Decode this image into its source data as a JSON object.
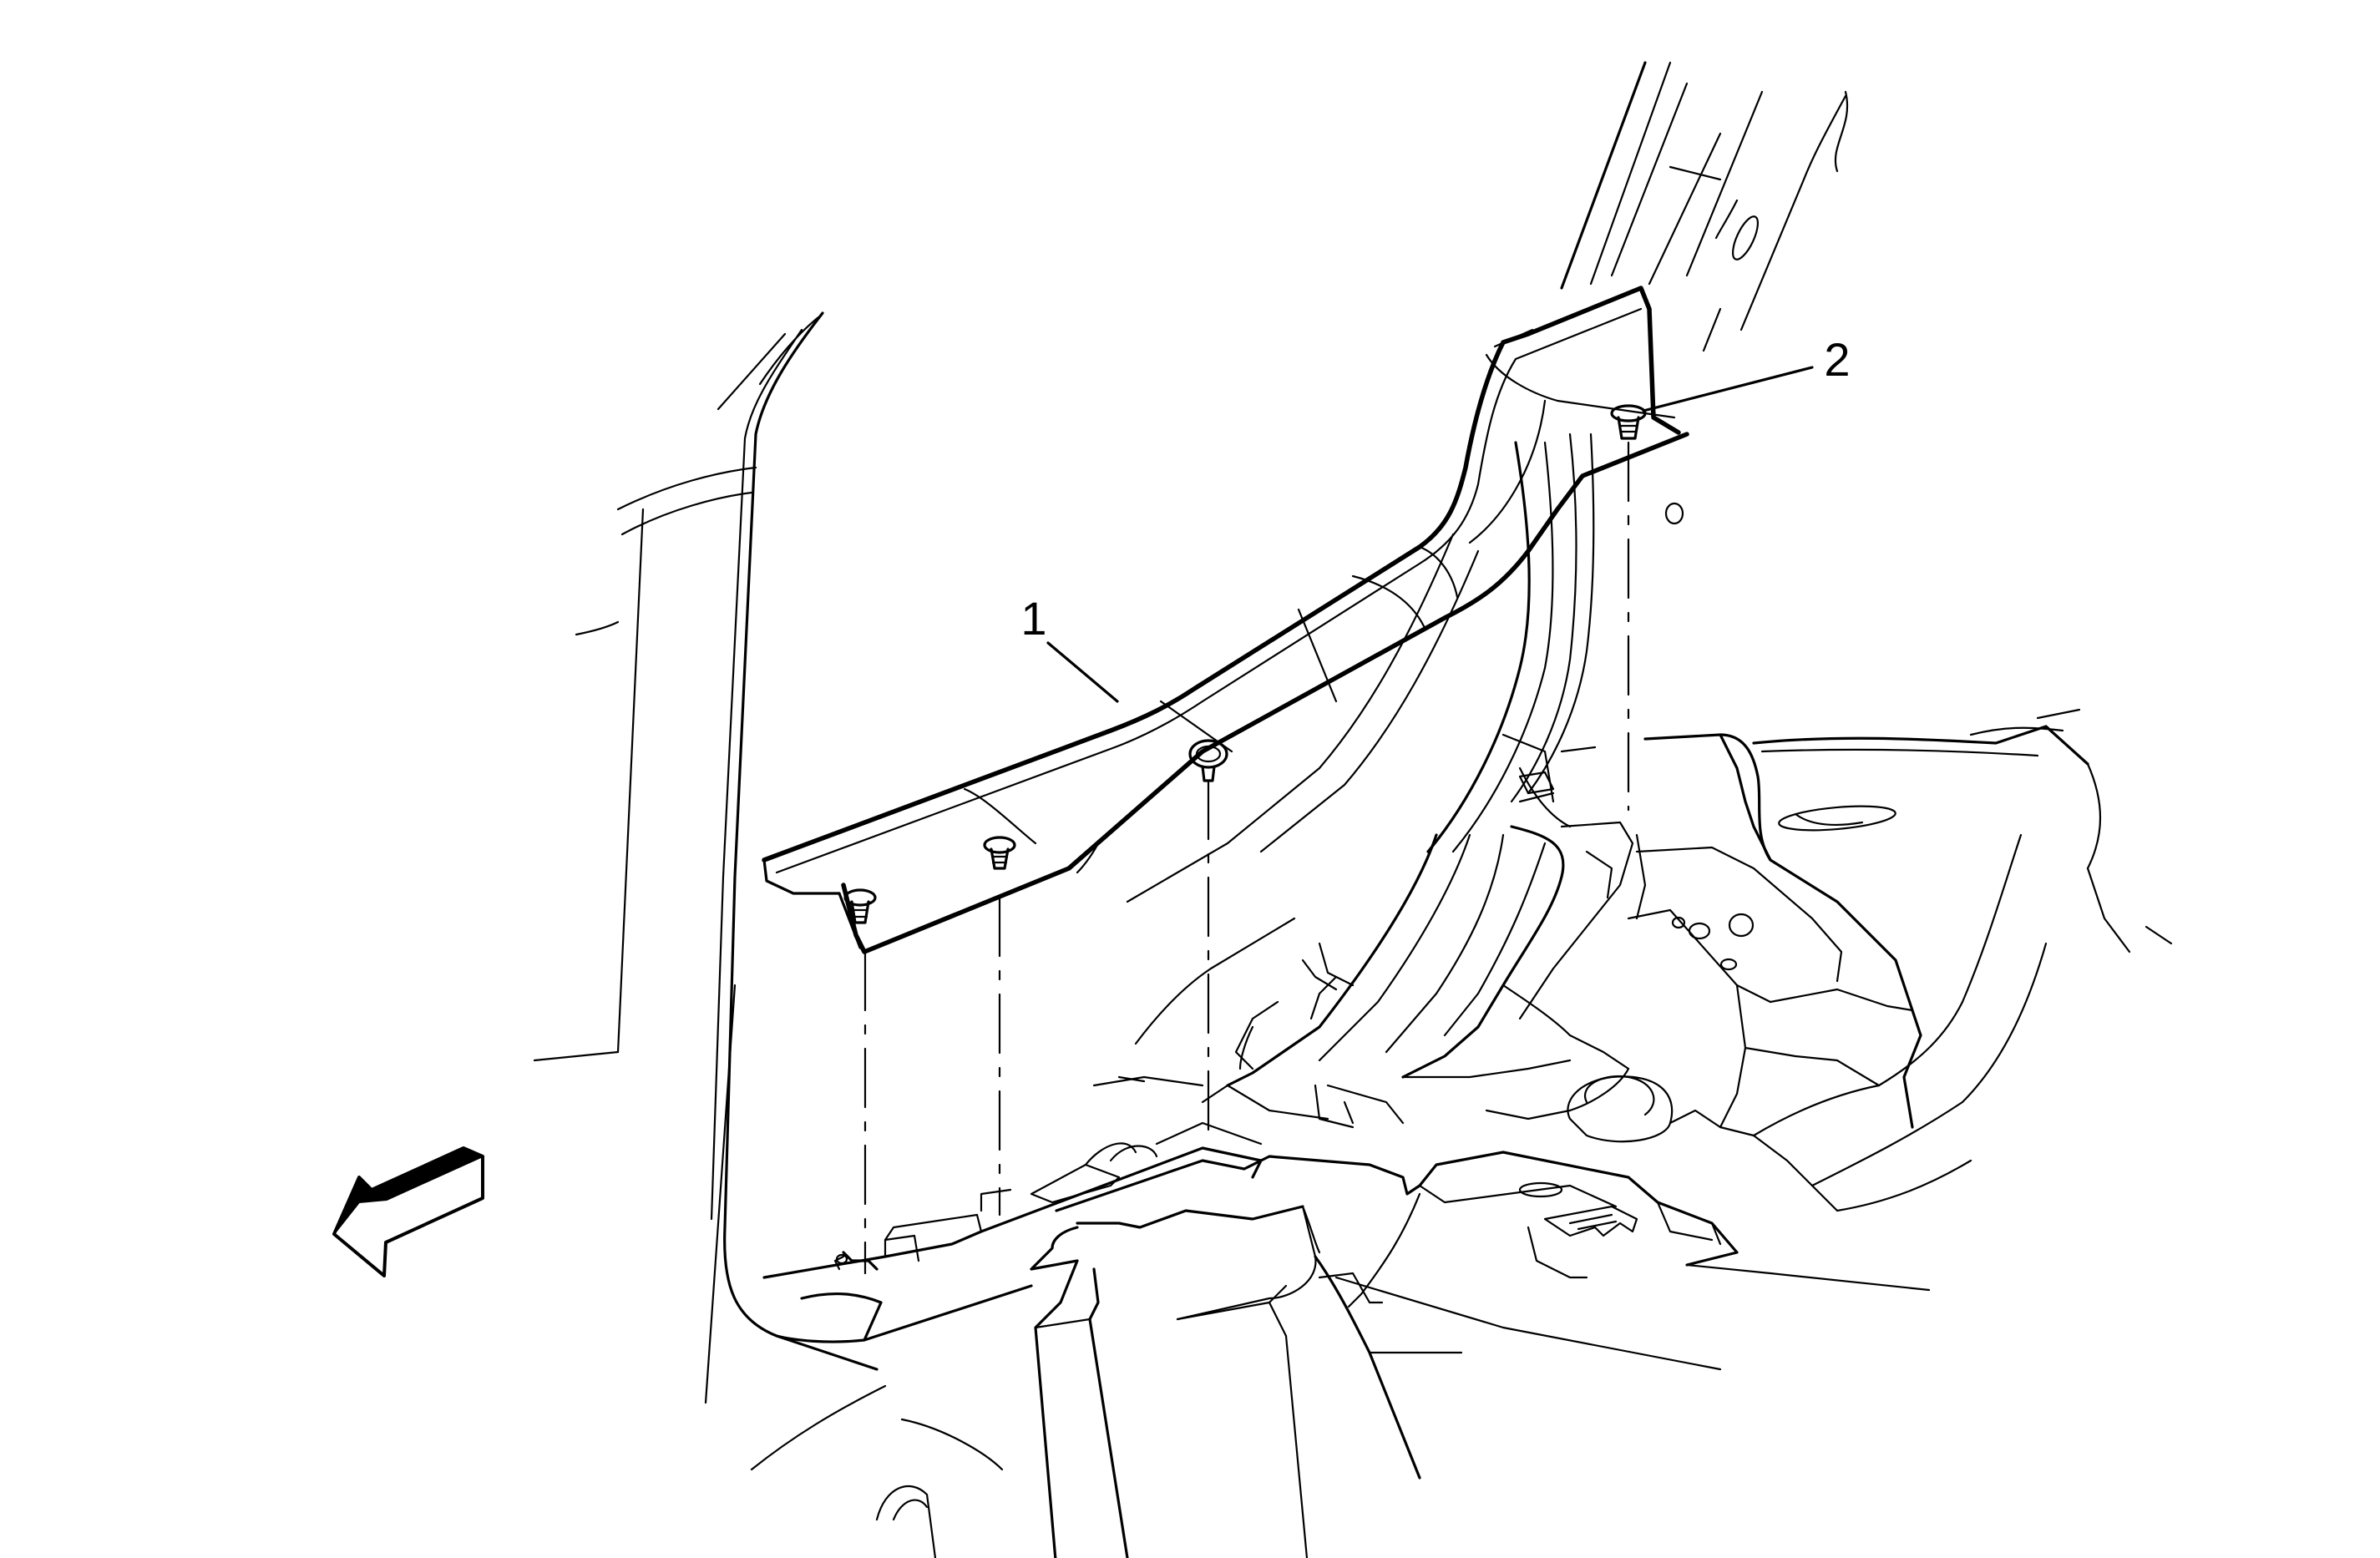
{
  "callouts": [
    {
      "id": "1",
      "label": "1"
    },
    {
      "id": "2",
      "label": "2"
    }
  ],
  "colors": {
    "line": "#000000",
    "background": "#ffffff",
    "arrow_fill": "#ffffff"
  },
  "icons": {
    "direction_arrow": "front-direction-arrow-icon"
  }
}
